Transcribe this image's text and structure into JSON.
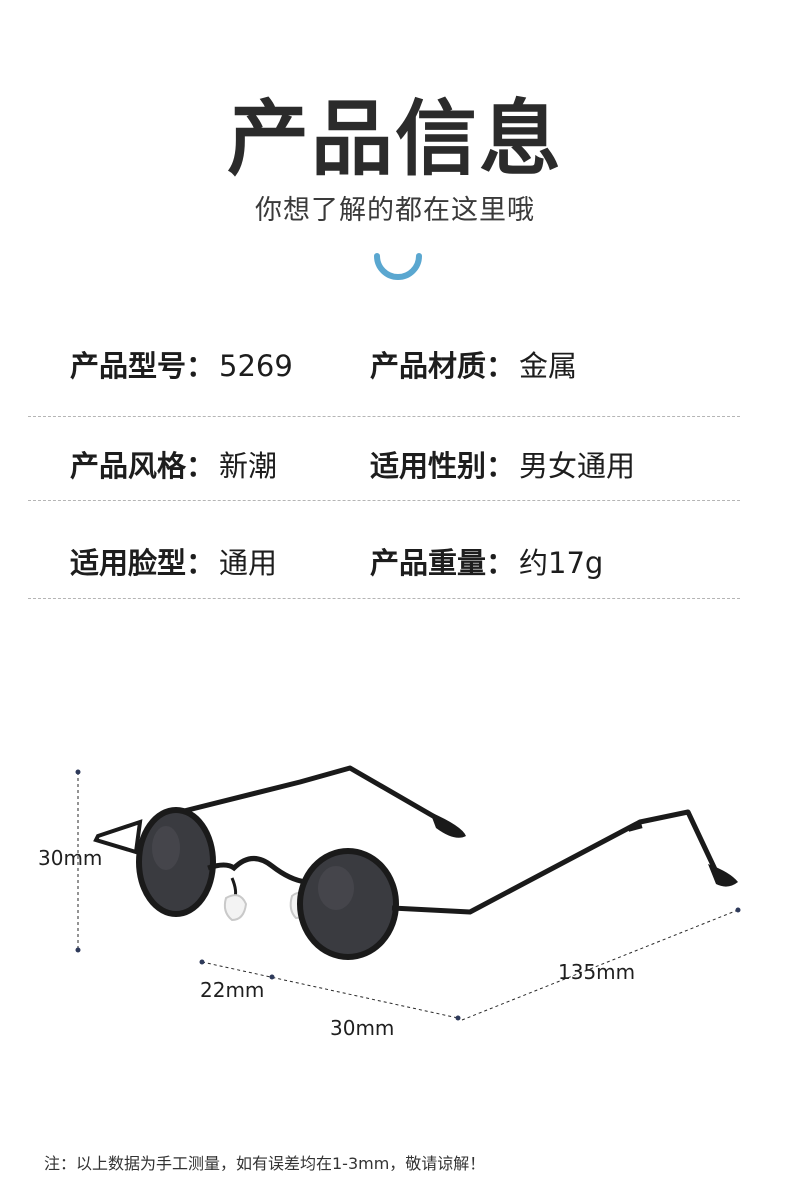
{
  "header": {
    "title": "产品信息",
    "subtitle": "你想了解的都在这里哦"
  },
  "specs": [
    [
      {
        "label": "产品型号：",
        "value": "5269"
      },
      {
        "label": "产品材质：",
        "value": "金属"
      }
    ],
    [
      {
        "label": "产品风格：",
        "value": "新潮"
      },
      {
        "label": "适用性别：",
        "value": "男女通用"
      }
    ],
    [
      {
        "label": "适用脸型：",
        "value": "通用"
      },
      {
        "label": "产品重量：",
        "value": "约17g"
      }
    ]
  ],
  "dimensions": {
    "height": "30mm",
    "bridge": "22mm",
    "lens": "30mm",
    "temple": "135mm"
  },
  "footer": {
    "note": "注：以上数据为手工测量，如有误差均在1-3mm，敬请谅解！"
  },
  "colors": {
    "accent": "#5aa7d0",
    "frame": "#1a1a1a",
    "lens": "#3a3b40",
    "divider": "#b5b5b5"
  }
}
